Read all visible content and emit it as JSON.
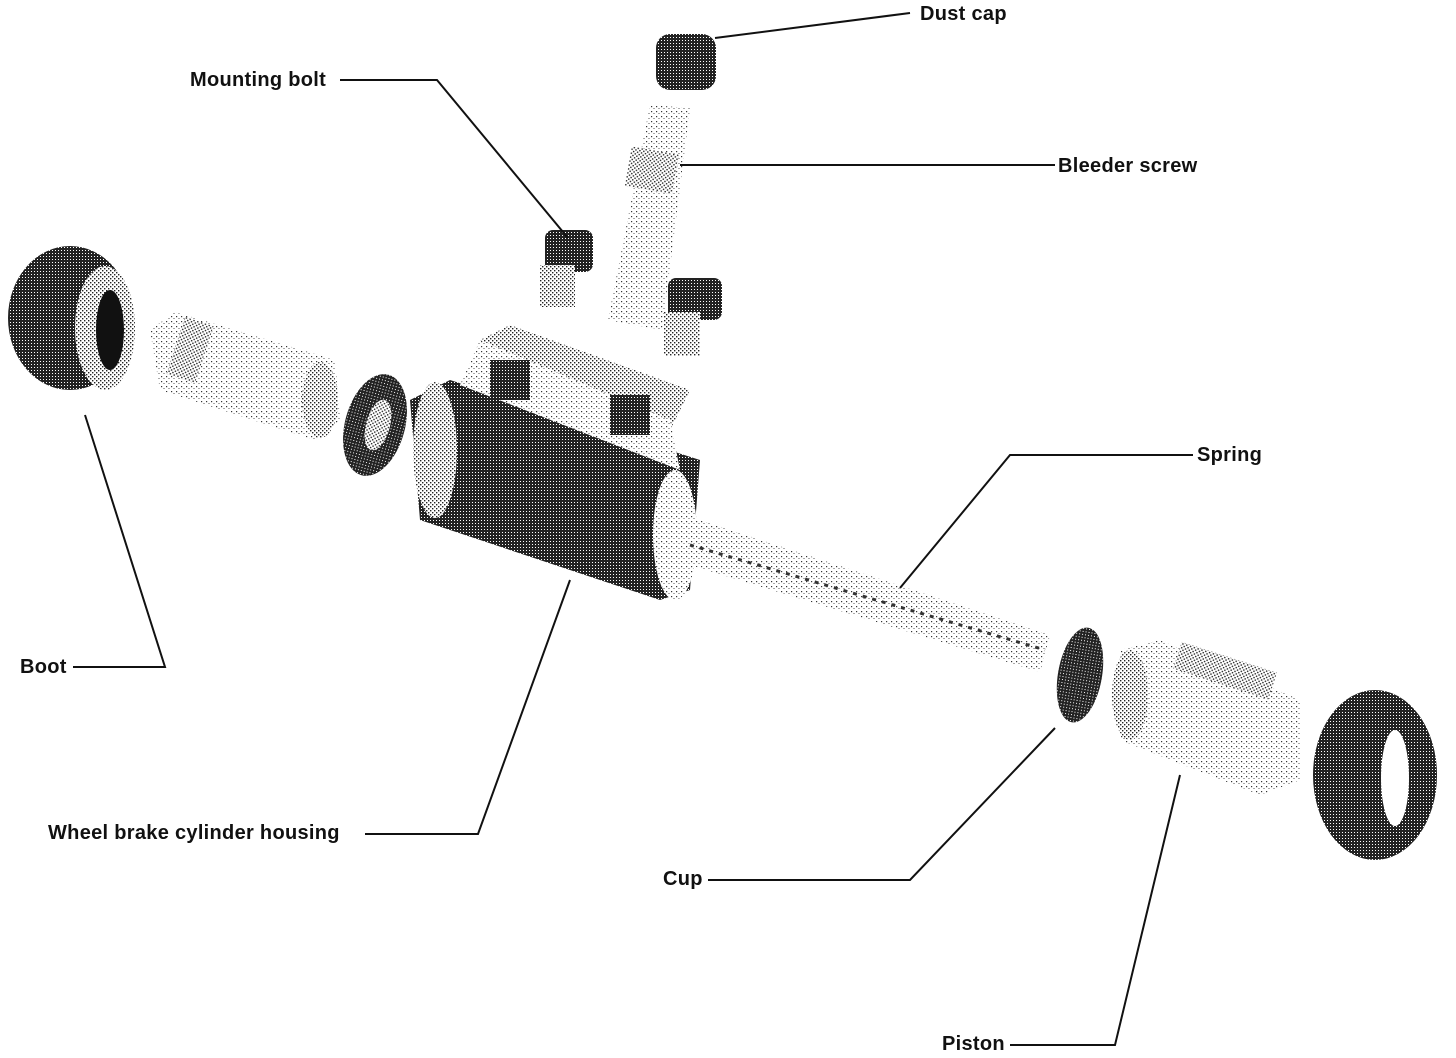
{
  "labels": {
    "dust_cap": "Dust cap",
    "mounting_bolt": "Mounting bolt",
    "bleeder_screw": "Bleeder screw",
    "spring": "Spring",
    "boot": "Boot",
    "housing": "Wheel brake cylinder housing",
    "cup": "Cup",
    "piston": "Piston"
  }
}
